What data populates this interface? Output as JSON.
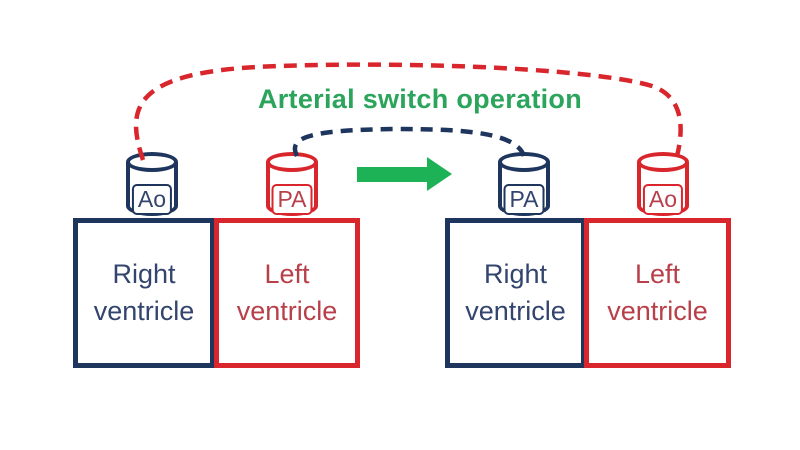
{
  "title": {
    "text": "Arterial switch operation",
    "color": "#2ba45c"
  },
  "palette": {
    "navy": "#1e355e",
    "red": "#d9262c",
    "navy_text": "#33456e",
    "red_text": "#b8404a",
    "title_green": "#2ba45c",
    "arrow_green": "#1eb257"
  },
  "before": {
    "vessels": [
      {
        "label": "Ao"
      },
      {
        "label": "PA"
      }
    ],
    "chambers": [
      {
        "label": "Right ventricle"
      },
      {
        "label": "Left ventricle"
      }
    ]
  },
  "after": {
    "vessels": [
      {
        "label": "PA"
      },
      {
        "label": "Ao"
      }
    ],
    "chambers": [
      {
        "label": "Right ventricle"
      },
      {
        "label": "Left ventricle"
      }
    ]
  },
  "connections": [
    {
      "name": "aorta switch path",
      "style": "dashed",
      "color": "#d9262c"
    },
    {
      "name": "pulmonary switch path",
      "style": "dashed",
      "color": "#1e355e"
    }
  ],
  "arrow": {
    "direction": "right",
    "color": "#1eb257"
  }
}
